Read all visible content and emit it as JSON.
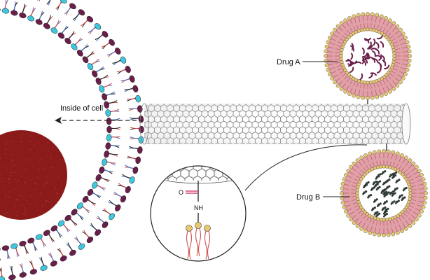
{
  "labels": {
    "inside_cell": "Inside of cell",
    "drug_a": "Drug A",
    "drug_b": "Drug B",
    "carbonyl_o": "O",
    "amide_nh": "NH"
  },
  "colors": {
    "nucleus": "#8b1a1a",
    "nucleus_speckle": "#b8473f",
    "head_cyan": "#3ec8e0",
    "head_maroon": "#6b1e4a",
    "tail_red": "#d0504a",
    "tail_blue": "#4a74c0",
    "tail_black": "#222222",
    "liposome_head": "#e8c870",
    "liposome_tail": "#e0a0a8",
    "drug_a": "#6b1e4a",
    "drug_b": "#2f3a34",
    "nanotube": "#5a5a5a",
    "carbonyl": "#d02060"
  },
  "icons": {
    "nucleus": "red-nucleus-blob",
    "membrane": "lipid-bilayer-arc",
    "nanotube": "carbon-nanotube",
    "liposome_a": "liposome-with-drug-a",
    "liposome_b": "liposome-with-drug-b",
    "zoom": "magnified-linker-detail",
    "arrow": "dashed-left-arrow"
  }
}
